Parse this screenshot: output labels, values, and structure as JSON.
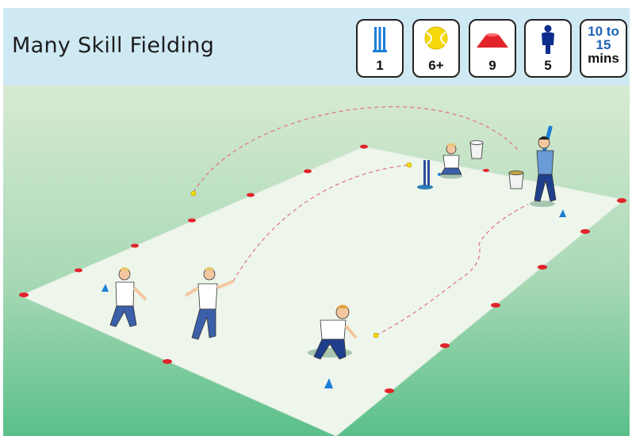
{
  "header": {
    "title": "Many Skill Fielding",
    "badges": [
      {
        "icon": "stumps-icon",
        "value": "1"
      },
      {
        "icon": "ball-icon",
        "value": "6+"
      },
      {
        "icon": "cone-marker-icon",
        "value": "9"
      },
      {
        "icon": "player-icon",
        "value": "5"
      },
      {
        "icon": "timer",
        "value_line1": "10 to",
        "value_line2": "15",
        "value_line3": "mins"
      }
    ]
  },
  "colors": {
    "header_bg": "#cfe9f3",
    "grass_top": "#d7ead2",
    "grass_bottom": "#5ac08a",
    "pitch": "#eef6ec",
    "cone_red": "#e2232a",
    "cone_blue": "#1d7fd6",
    "badge_value_blue": "#1f63b7"
  }
}
